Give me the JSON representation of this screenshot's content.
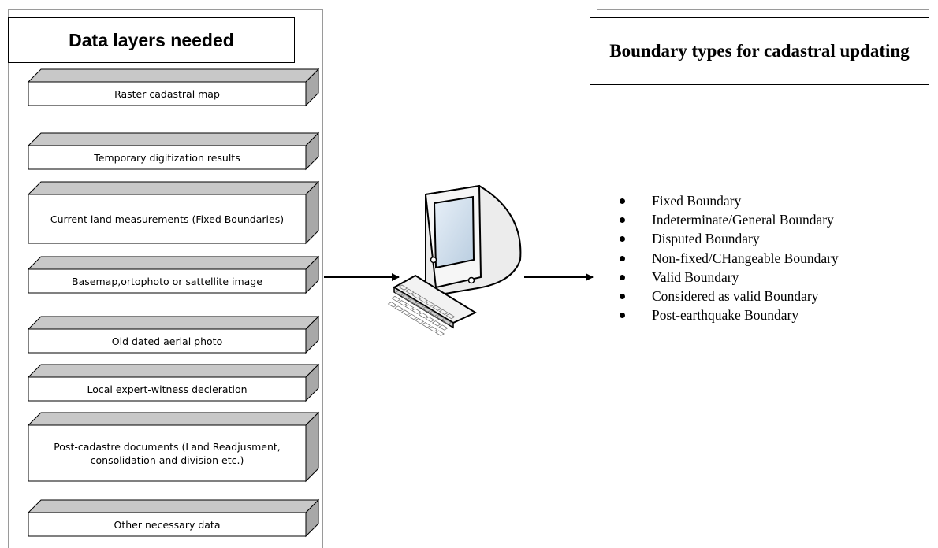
{
  "left_panel": {
    "title": "Data layers needed",
    "layers": [
      {
        "label": "Raster cadastral map"
      },
      {
        "label": "Temporary digitization results"
      },
      {
        "label": "Current land measurements (Fixed Boundaries)"
      },
      {
        "label": "Basemap,ortophoto or sattellite image"
      },
      {
        "label": "Old dated aerial photo"
      },
      {
        "label": "Local expert-witness decleration"
      },
      {
        "label": "Post-cadastre documents (Land Readjusment, consolidation and division etc.)"
      },
      {
        "label": "Other necessary data"
      }
    ]
  },
  "center": {
    "icon": "computer-icon"
  },
  "right_panel": {
    "title": "Boundary types for cadastral updating",
    "items": [
      "Fixed Boundary",
      "Indeterminate/General Boundary",
      "Disputed Boundary",
      "Non-fixed/CHangeable Boundary",
      "Valid Boundary",
      "Considered as valid Boundary",
      "Post-earthquake Boundary"
    ]
  },
  "colors": {
    "box_top": "#c8c8c8",
    "box_side": "#a8a8a8",
    "screen": "#dce8f2"
  }
}
